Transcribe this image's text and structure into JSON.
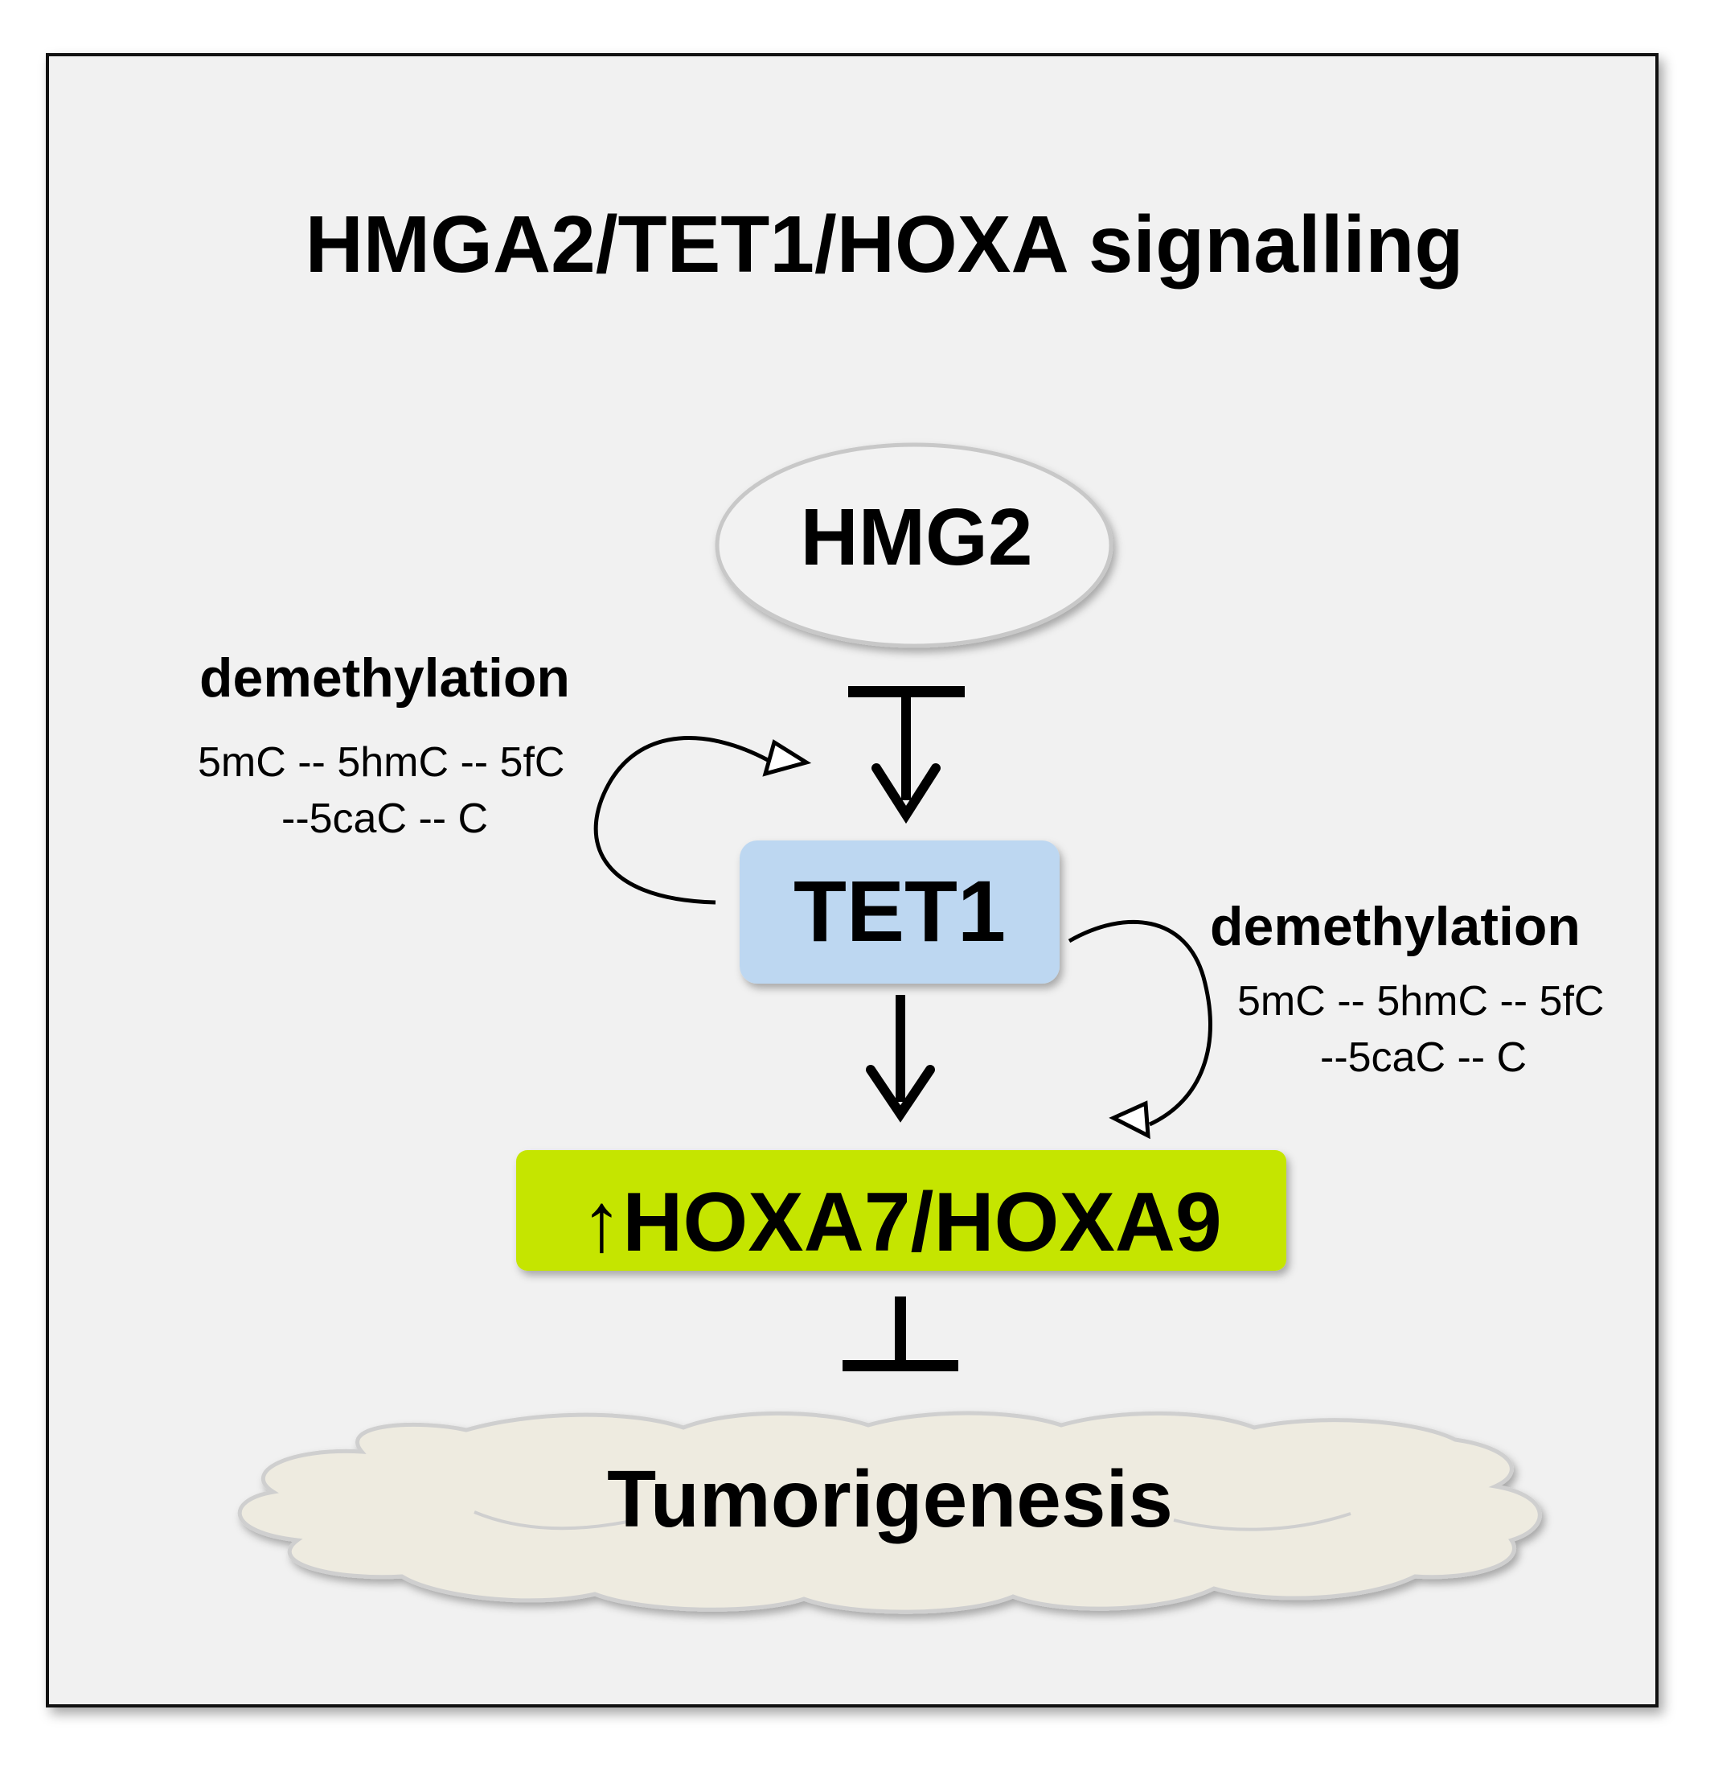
{
  "title": "HMGA2/TET1/HOXA signalling",
  "nodes": {
    "hmg2": "HMG2",
    "tet1": "TET1",
    "hoxa": "↑HOXA7/HOXA9",
    "tumor": "Tumorigenesis"
  },
  "demethylation_left": {
    "label": "demethylation",
    "line1": "5mC -- 5hmC -- 5fC",
    "line2": "--5caC -- C"
  },
  "demethylation_right": {
    "label": "demethylation",
    "line1": "5mC -- 5hmC -- 5fC",
    "line2": "--5caC -- C"
  },
  "colors": {
    "background": "#f1f1f1",
    "tet1_fill": "#bdd7f1",
    "hoxa_fill": "#c5e500",
    "ellipse_fill": "#f2f2f2",
    "cloud_fill": "#eeebe0"
  }
}
